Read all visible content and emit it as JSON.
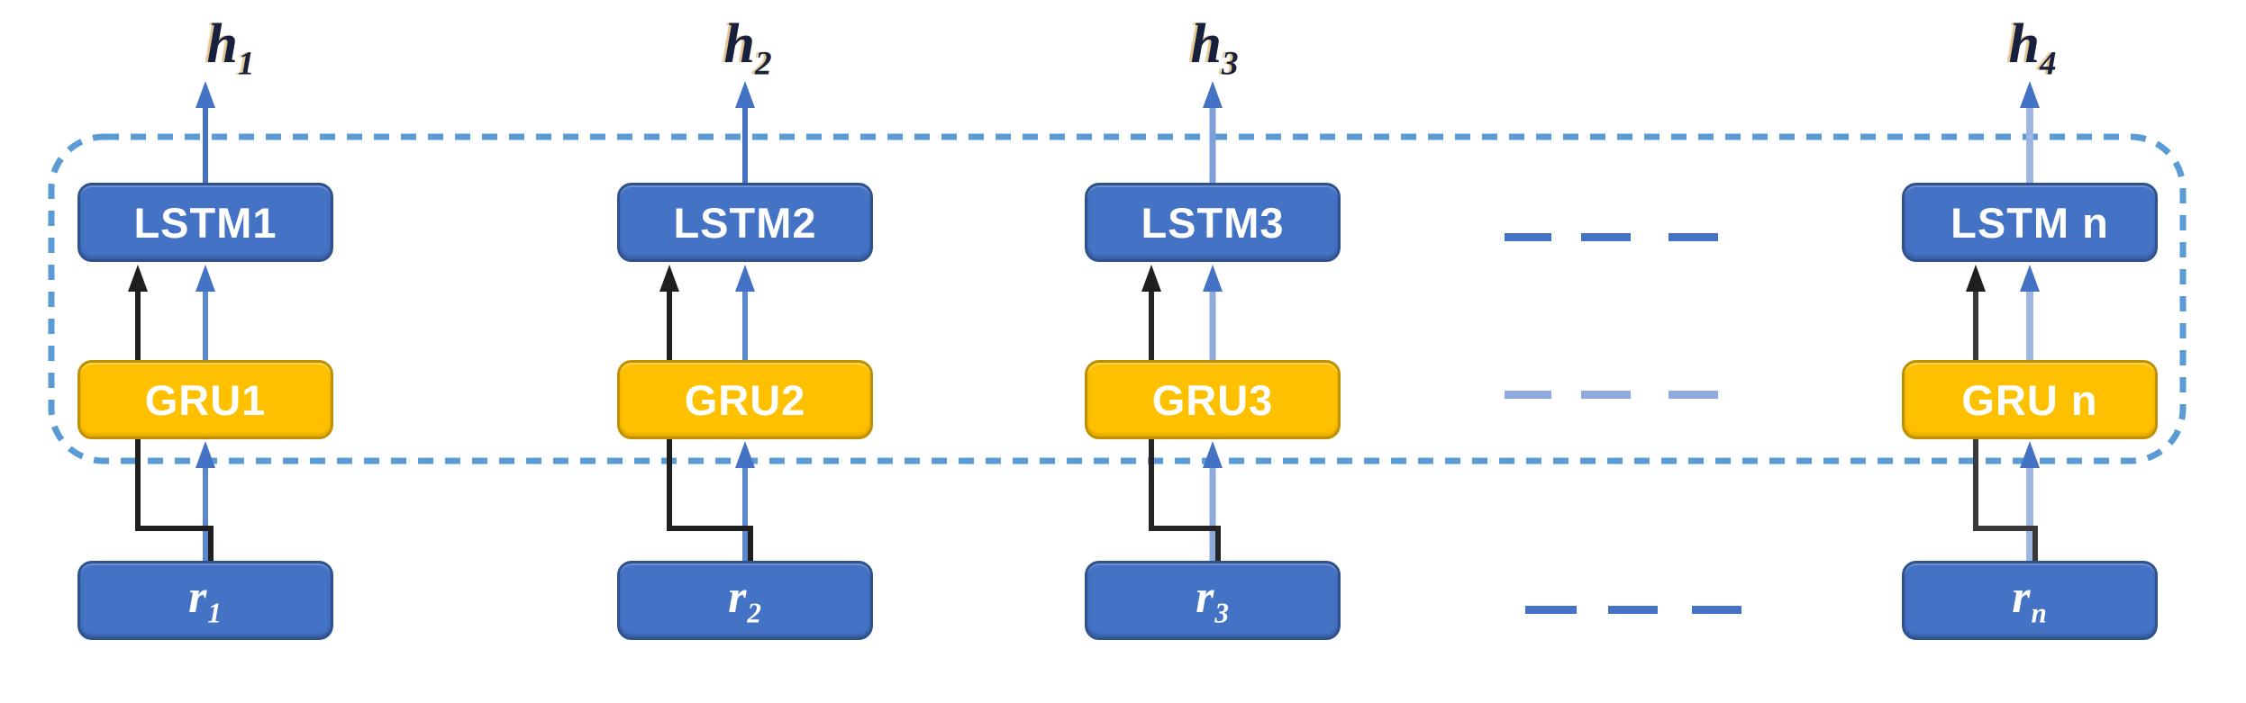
{
  "diagram": {
    "description": "Stacked recurrent network: residual inputs feed GRU blocks whose outputs feed LSTM blocks producing hidden states; skip connections go from each input directly to the LSTM.",
    "columns": [
      {
        "h": "h",
        "h_sub": "1",
        "lstm": "LSTM1",
        "gru": "GRU1",
        "r": "r",
        "r_sub": "1"
      },
      {
        "h": "h",
        "h_sub": "2",
        "lstm": "LSTM2",
        "gru": "GRU2",
        "r": "r",
        "r_sub": "2"
      },
      {
        "h": "h",
        "h_sub": "3",
        "lstm": "LSTM3",
        "gru": "GRU3",
        "r": "r",
        "r_sub": "3"
      },
      {
        "h": "h",
        "h_sub": "4",
        "lstm": "LSTM n",
        "gru": "GRU n",
        "r": "r",
        "r_sub": "n"
      }
    ],
    "ellipsis_rows": 3,
    "colors": {
      "block_blue": "#4472C4",
      "block_blue_border": "#2F528F",
      "block_yellow": "#FFC000",
      "block_yellow_border": "#BF9000",
      "dashed_border_blue": "#5B9BD5",
      "arrow_blue": "#4472C4",
      "arrow_light_blue": "#9FB6E2",
      "arrow_black": "#1F1F1F",
      "h_label_color": "#17213d",
      "background": "#FFFFFF"
    }
  }
}
